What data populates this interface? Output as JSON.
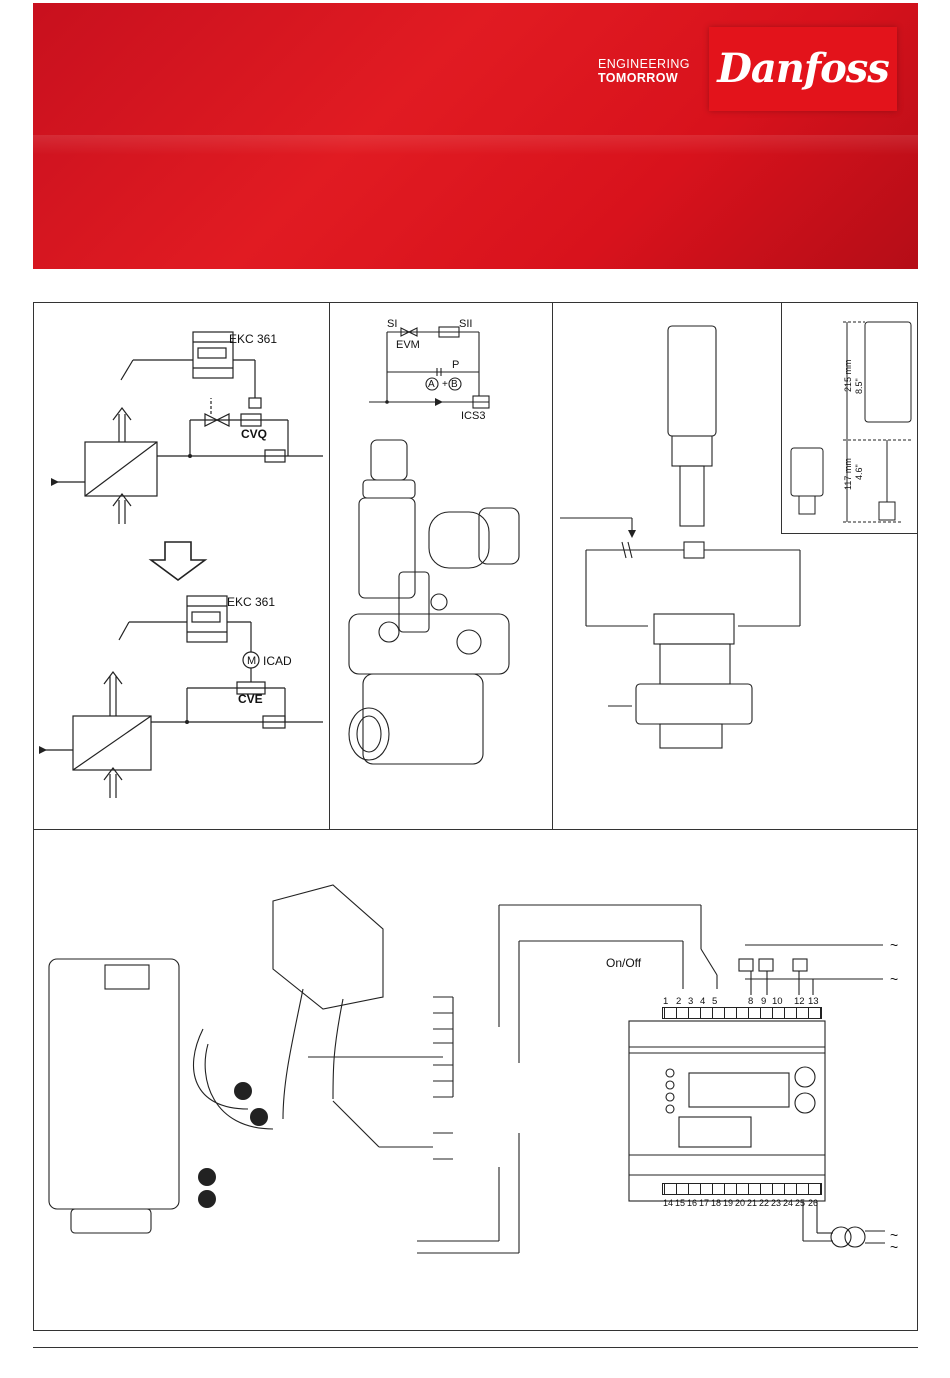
{
  "brand": {
    "tagline_line1": "ENGINEERING",
    "tagline_line2": "TOMORROW",
    "logo_text": "Danfoss",
    "banner_color": "#e11b22"
  },
  "panel1": {
    "top_controller": "EKC 361",
    "top_valve": "CVQ",
    "bottom_controller": "EKC 361",
    "motor_symbol": "M",
    "actuator": "ICAD",
    "bottom_valve": "CVE"
  },
  "panel2": {
    "si": "SI",
    "sii": "SII",
    "evm": "EVM",
    "p": "P",
    "a": "A",
    "plus": "+",
    "b": "B",
    "valve": "ICS3"
  },
  "panel4": {
    "height1_mm": "215 mm",
    "height1_in": "8.5\"",
    "height2_mm": "117 mm",
    "height2_in": "4.6\""
  },
  "wiring": {
    "on_off": "On/Off",
    "terminals_top": [
      "1",
      "2",
      "3",
      "4",
      "5",
      "8",
      "9",
      "10",
      "12",
      "13"
    ],
    "terminals_bottom": [
      "14",
      "15",
      "16",
      "17",
      "18",
      "19",
      "20",
      "21",
      "22",
      "23",
      "24",
      "25",
      "26"
    ]
  }
}
